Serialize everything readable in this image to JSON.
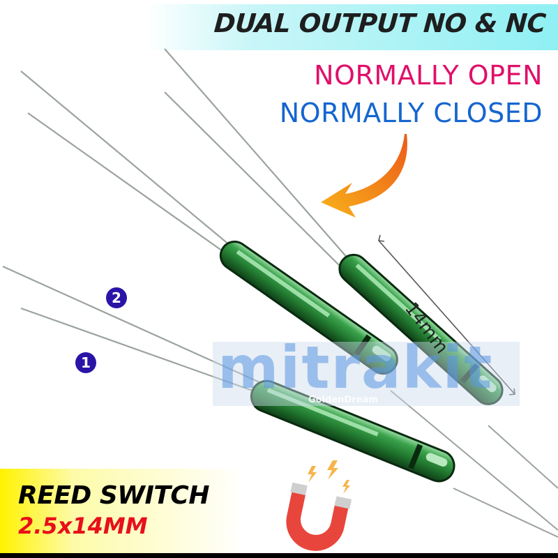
{
  "header": {
    "headline": "DUAL OUTPUT NO & NC",
    "line_normally_open": "NORMALLY OPEN",
    "line_normally_closed": "NORMALLY CLOSED"
  },
  "product": {
    "name": "REED SWITCH",
    "size": "2.5x14MM"
  },
  "dimension": {
    "label": "14mm"
  },
  "terminals": [
    {
      "label": "2"
    },
    {
      "label": "1"
    }
  ],
  "watermark": {
    "text": "mitrakit",
    "subtext": "GoldenDream"
  },
  "icons": {
    "arrow": "curved-arrow-icon",
    "magnet": "horseshoe-magnet-icon"
  },
  "colors": {
    "normally_open": "#e0106a",
    "normally_closed": "#1565d0",
    "size_text": "#e8101a",
    "glass_green": "#2e8a3c",
    "badge": "#2a14a8",
    "arrow": "#f39a1a",
    "magnet_red": "#e8463c"
  }
}
